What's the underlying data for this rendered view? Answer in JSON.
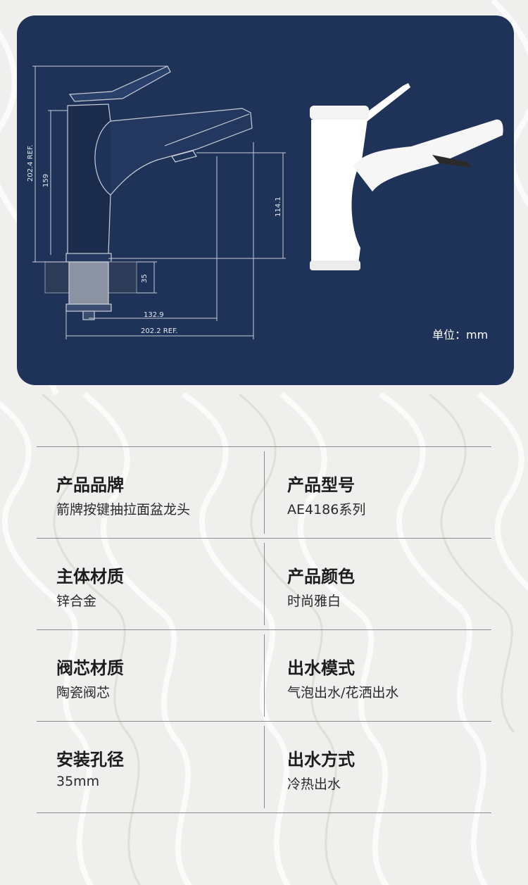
{
  "drawing": {
    "dimensions": {
      "total_height": "202.4 REF.",
      "body_height": "159",
      "spout_height": "114.1",
      "thread_length": "35",
      "spout_reach": "132.9",
      "total_width": "202.2 REF."
    },
    "unit_label": "单位：mm"
  },
  "specs": [
    {
      "left": {
        "label": "产品品牌",
        "value": "箭牌按键抽拉面盆龙头"
      },
      "right": {
        "label": "产品型号",
        "value": "AE4186系列"
      }
    },
    {
      "left": {
        "label": "主体材质",
        "value": "锌合金"
      },
      "right": {
        "label": "产品颜色",
        "value": "时尚雅白"
      }
    },
    {
      "left": {
        "label": "阀芯材质",
        "value": "陶瓷阀芯"
      },
      "right": {
        "label": "出水模式",
        "value": "气泡出水/花洒出水"
      }
    },
    {
      "left": {
        "label": "安装孔径",
        "value": "35mm"
      },
      "right": {
        "label": "出水方式",
        "value": "冷热出水"
      }
    }
  ],
  "colors": {
    "panel": "#1f3358",
    "background": "#efefed",
    "faucet": "#ffffff"
  }
}
